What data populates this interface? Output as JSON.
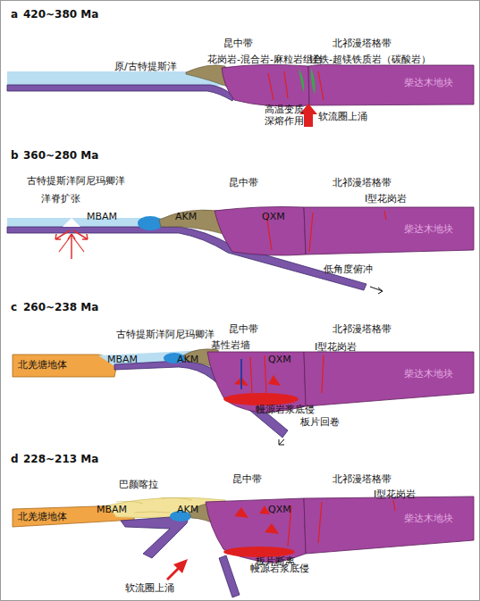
{
  "diagram": {
    "labels": [
      "a",
      "420~380 Ma",
      "原/古特提斯洋",
      "昆中带",
      "北祁漫塔格带",
      "花岗岩-混合岩-麻粒岩组合",
      "镁铁-超镁铁质岩（碳酸岩）",
      "柴达木地块",
      "高温变质 深熔作用",
      "软流圈上涌",
      "b",
      "360~280 Ma",
      "古特提斯洋阿尼玛卿洋",
      "洋脊扩张",
      "MBAM",
      "昆中带",
      "北祁漫塔格带",
      "AKM",
      "QXM",
      "I型花岗岩",
      "柴达木地块",
      "低角度俯冲",
      "c",
      "260~238 Ma",
      "古特提斯洋阿尼玛卿洋",
      "昆中带",
      "北祁漫塔格带",
      "基性岩墙",
      "I型花岗岩",
      "北羌塘地体",
      "MBAM",
      "AKM",
      "QXM",
      "柴达木地块",
      "幔源岩浆底侵",
      "板片回卷",
      "d",
      "228~213 Ma",
      "巴颜喀拉",
      "昆中带",
      "北祁漫塔格带",
      "MBAM",
      "AKM",
      "QXM",
      "I型花岗岩",
      "北羌塘地体",
      "柴达木地块",
      "幔源岩浆底侵",
      "软流圈上涌",
      "板片断离"
    ]
  }
}
